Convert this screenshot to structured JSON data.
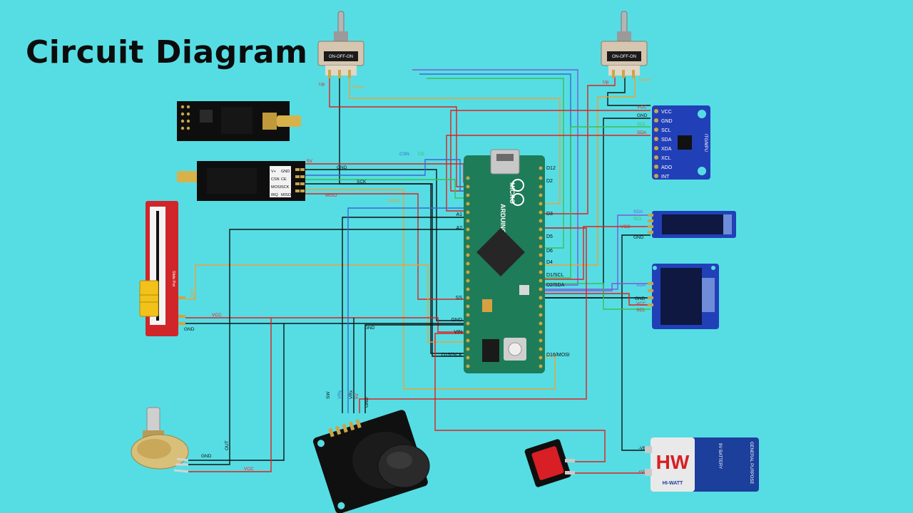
{
  "title": "Circuit Diagram",
  "colors": {
    "background": "#56dde4",
    "board": "#1e7c58",
    "module": "#0e0e0e",
    "mpu": "#2140b8",
    "wire_red": "#e02020",
    "wire_black": "#111111",
    "wire_orange": "#f0a030",
    "wire_green": "#3bbf52",
    "wire_purple": "#7a5ad8",
    "wire_blue": "#2a62d8"
  },
  "switches": {
    "left": {
      "top_label": "ON-OFF-ON",
      "pins": [
        "Up",
        "Down"
      ]
    },
    "right": {
      "top_label": "ON-OFF-ON",
      "pins": [
        "Up",
        "Down"
      ]
    }
  },
  "arduino": {
    "brand": "ARDUINO",
    "model": "MICRO",
    "pins_left": [
      "A1",
      "A2",
      "SS",
      "GND",
      "VIN",
      "D15/SCK"
    ],
    "pins_right": [
      "D12",
      "D2",
      "D3",
      "D5",
      "D6",
      "D4",
      "D1/SCL",
      "D2/SDA",
      "D16/MOSI"
    ]
  },
  "nrf24": {
    "pin_labels": [
      "V+",
      "GND",
      "CSN",
      "CE",
      "MOSI",
      "SCK",
      "IRQ",
      "MISO"
    ],
    "wire_labels": [
      "5V",
      "GND",
      "CSN",
      "CE",
      "SCK",
      "MISO",
      "MOSI"
    ]
  },
  "mpu": {
    "pins": [
      "VCC",
      "GND",
      "SCL",
      "SDA",
      "XDA",
      "XCL",
      "ADO",
      "INT"
    ],
    "board_text": "ITG/MPU",
    "wire_labels": [
      "VCC",
      "GND",
      "SCL",
      "SDA"
    ]
  },
  "oled_small": {
    "wire_labels": [
      "SDA",
      "SCL",
      "VCC",
      "GND"
    ]
  },
  "oled_large": {
    "wire_labels": [
      "SDA",
      "GND",
      "VCC",
      "SCL"
    ]
  },
  "slide_pot": {
    "board_text": "Slide Pot",
    "wire_labels": [
      "OUT",
      "VCC",
      "GND"
    ]
  },
  "rotary_pot": {
    "wire_labels": [
      "GND",
      "OUT",
      "VCC"
    ]
  },
  "joystick": {
    "wire_labels": [
      "SW",
      "VRy",
      "VRx",
      "5V",
      "GND"
    ]
  },
  "battery": {
    "brand": "HW",
    "sub_brand": "HI-WATT",
    "type_text": "9V BATTERY",
    "purpose": "GENERAL PURPOSE",
    "terminals": [
      "-VE",
      "+VE"
    ]
  }
}
